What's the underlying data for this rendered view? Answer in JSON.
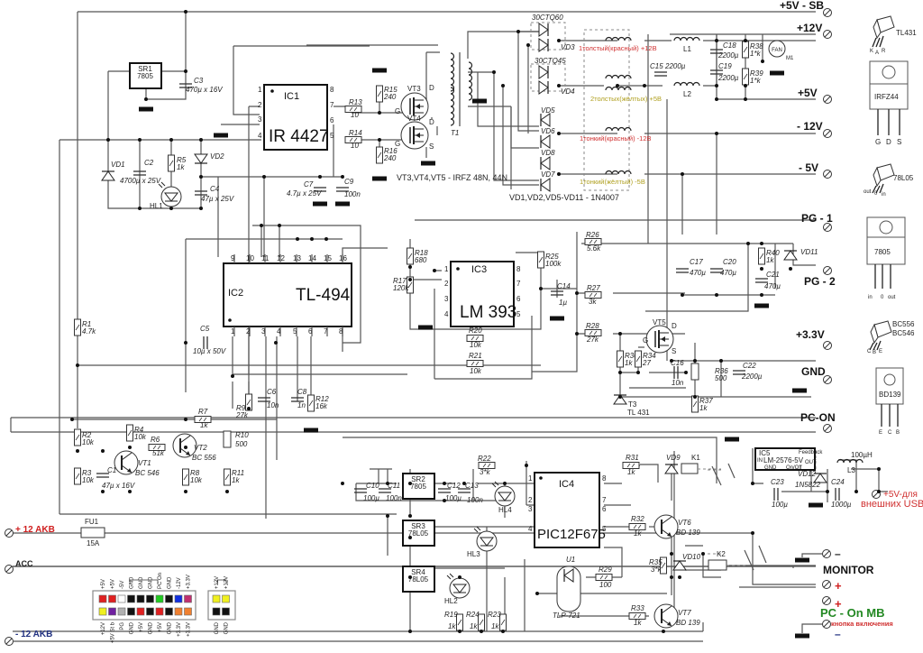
{
  "title": "ATX PSU to car 12V power supply conversion schematic",
  "rails": {
    "sb5": "+5V - SB",
    "p12": "+12V",
    "p5": "+5V",
    "m12": "- 12V",
    "m5": "- 5V",
    "pg1": "PG - 1",
    "pg2": "PG - 2",
    "p33": "+3.3V",
    "gnd": "GND",
    "pcon": "PC-ON"
  },
  "ics": {
    "ic1": {
      "ref": "IC1",
      "name": "IR 4427",
      "pins": [
        "1",
        "2",
        "3",
        "4",
        "8",
        "7",
        "6",
        "5"
      ]
    },
    "ic2": {
      "ref": "IC2",
      "name": "TL-494",
      "pins_top": [
        "9",
        "10",
        "11",
        "12",
        "13",
        "14",
        "15",
        "16"
      ],
      "pins_bottom": [
        "1",
        "2",
        "3",
        "4",
        "5",
        "6",
        "7",
        "8"
      ]
    },
    "ic3": {
      "ref": "IC3",
      "name": "LM 393",
      "pins": [
        "1",
        "2",
        "3",
        "4",
        "8",
        "7",
        "6",
        "5"
      ]
    },
    "ic4": {
      "ref": "IC4",
      "name": "PIC12F675",
      "pins": [
        "1",
        "2",
        "3",
        "4",
        "8",
        "7",
        "6",
        "5"
      ]
    },
    "ic5": {
      "ref": "IC5",
      "name": "LM-2576-5V",
      "pin_in": "IN",
      "pin_gnd": "GND",
      "pin_out": "OUT",
      "pin_fb": "Feedback",
      "pin_onoff": "On/Off"
    }
  },
  "regulators": {
    "sr1": {
      "ref": "SR1",
      "type": "7805"
    },
    "sr2": {
      "ref": "SR2",
      "type": "7805"
    },
    "sr3": {
      "ref": "SR3",
      "type": "78L05"
    },
    "sr4": {
      "ref": "SR4",
      "type": "78L05"
    }
  },
  "resistors": {
    "r1": [
      "R1",
      "4.7k"
    ],
    "r2": [
      "R2",
      "10k"
    ],
    "r3": [
      "R3",
      "10k"
    ],
    "r4": [
      "R4",
      "10k"
    ],
    "r5": [
      "R5",
      "1k"
    ],
    "r6": [
      "R6",
      "51k"
    ],
    "r7": [
      "R7",
      "1k"
    ],
    "r8": [
      "R8",
      "10k"
    ],
    "r9": [
      "R9",
      "27k"
    ],
    "r10": [
      "R10",
      "500"
    ],
    "r11": [
      "R11",
      "1k"
    ],
    "r12": [
      "R12",
      "16k"
    ],
    "r13": [
      "R13",
      "10"
    ],
    "r14": [
      "R14",
      "10"
    ],
    "r15": [
      "R15",
      "240"
    ],
    "r16": [
      "R16",
      "240"
    ],
    "r17": [
      "R17",
      "120k"
    ],
    "r18": [
      "R18",
      "680"
    ],
    "r19": [
      "R19",
      "1k"
    ],
    "r20": [
      "R20",
      "10k"
    ],
    "r21": [
      "R21",
      "10k"
    ],
    "r22": [
      "R22",
      "3*k"
    ],
    "r23": [
      "R23",
      "1k"
    ],
    "r24": [
      "R24",
      "1k"
    ],
    "r25": [
      "R25",
      "100k"
    ],
    "r26": [
      "R26",
      "5.6k"
    ],
    "r27": [
      "R27",
      "3k"
    ],
    "r28": [
      "R28",
      "27k"
    ],
    "r29": [
      "R29",
      "100"
    ],
    "r30": [
      "R30",
      "1k"
    ],
    "r31": [
      "R31",
      "1k"
    ],
    "r32": [
      "R32",
      "1k"
    ],
    "r33": [
      "R33",
      "1k"
    ],
    "r34": [
      "R34",
      "27"
    ],
    "r35": [
      "R35",
      "3*k"
    ],
    "r36": [
      "R36",
      "500"
    ],
    "r37": [
      "R37",
      "1k"
    ],
    "r38": [
      "R38",
      "1*k"
    ],
    "r39": [
      "R39",
      "1*k"
    ],
    "r40": [
      "R40",
      "1k"
    ]
  },
  "capacitors": {
    "c1": [
      "C1",
      "47µ x 16V"
    ],
    "c2": [
      "C2",
      "4700µ x 25V"
    ],
    "c3": [
      "C3",
      "470µ x 16V"
    ],
    "c4": [
      "C4",
      "47µ x 25V"
    ],
    "c5": [
      "C5",
      "10µ x 50V"
    ],
    "c6": [
      "C6",
      "10n"
    ],
    "c7": [
      "C7",
      "4.7µ x 25V"
    ],
    "c8": [
      "C8",
      "1n"
    ],
    "c9": [
      "C9",
      "100n"
    ],
    "c10": [
      "C10",
      "100µ"
    ],
    "c11": [
      "C11",
      "100n"
    ],
    "c12": [
      "C12",
      "100µ"
    ],
    "c13": [
      "C13",
      "100n"
    ],
    "c14": [
      "C14",
      "1µ"
    ],
    "c15": [
      "C15",
      "2200µ"
    ],
    "c16": [
      "C16",
      "10n"
    ],
    "c17": [
      "C17",
      "470µ"
    ],
    "c18": [
      "C18",
      "2200µ"
    ],
    "c19": [
      "C19",
      "2200µ"
    ],
    "c20": [
      "C20",
      "470µ"
    ],
    "c21": [
      "C21",
      "470µ"
    ],
    "c22": [
      "C22",
      "2200µ"
    ],
    "c23": [
      "C23",
      "100µ"
    ],
    "c24": [
      "C24",
      "1000µ"
    ]
  },
  "diodes": {
    "vd1": "VD1",
    "vd2": "VD2",
    "vd3": "VD3",
    "vd4": "VD4",
    "vd5": "VD5",
    "vd6": "VD6",
    "vd7": "VD7",
    "vd8": "VD8",
    "vd9": "VD9",
    "vd10": "VD10",
    "vd11": "VD11",
    "vd12": [
      "VD12",
      "1N5822"
    ],
    "d_3060": "30CTQ60",
    "d_3045": "30CTQ45"
  },
  "transistors": {
    "vt1": [
      "VT1",
      "BC 546"
    ],
    "vt2": [
      "VT2",
      "BC 556"
    ],
    "vt3": "VT3",
    "vt4": "VT4",
    "vt5": "VT5",
    "vt6": [
      "VT6",
      "BD 139"
    ],
    "vt7": [
      "VT7",
      "BD 139"
    ],
    "t3": [
      "T3",
      "TL 431"
    ]
  },
  "misc": {
    "hl1": "HL1",
    "hl2": "HL2",
    "hl3": "HL3",
    "hl4": "HL4",
    "t1": "T1",
    "l1": "L1",
    "l2": "L2",
    "l3": [
      "L3",
      "100µH"
    ],
    "k1": "K1",
    "k2": "K2",
    "u1": [
      "U1",
      "TLP-721"
    ],
    "fu1": [
      "FU1",
      "15A"
    ],
    "fan": "FAN",
    "fan_sub": "M1",
    "gate": "G",
    "drain": "D",
    "source": "S"
  },
  "notes": {
    "mosfets": "VT3,VT4,VT5 - IRFZ 48N, 44N",
    "diodes": "VD1,VD2,VD5-VD11 - 1N4007",
    "winding_12": "1толстый(красный) +12В",
    "winding_5": "2толстых(жёлтых) +5В",
    "winding_m12": "1тонкий(красный) -12В",
    "winding_m5": "1тонкий(жёлтый) -5В"
  },
  "inputs": {
    "akb_plus": "+ 12 AKB",
    "acc": "ACC",
    "akb_minus": "- 12 AKB"
  },
  "outputs": {
    "usb_line1": "+5V-для",
    "usb_line2": "внешних USB",
    "monitor": "MONITOR",
    "minus": "–",
    "plus": "+",
    "pc_on": "PC - On MB",
    "button": "кнопка включения"
  },
  "pinouts": {
    "tl431": [
      "TL431",
      "K",
      "A",
      "R"
    ],
    "irfz44": [
      "IRFZ44",
      "G",
      "D",
      "S"
    ],
    "l78l05": [
      "78L05",
      "out",
      "0",
      "in"
    ],
    "l7805": [
      "7805",
      "in",
      "0",
      "out"
    ],
    "bc": [
      "BC556",
      "BC546",
      "C",
      "B",
      "E"
    ],
    "bd139": [
      "BD139",
      "E",
      "C",
      "B"
    ]
  },
  "atx_connector": {
    "top_labels": [
      "+5V",
      "+5V",
      "-5V",
      "GND",
      "GND",
      "GND",
      "PC On",
      "GND",
      "-12V",
      "+3.3V"
    ],
    "top_colors": [
      "#e02020",
      "#e02020",
      "#ffffff",
      "#111111",
      "#111111",
      "#111111",
      "#22cc22",
      "#111111",
      "#1030e0",
      "#c03070"
    ],
    "bottom_labels": [
      "+12V",
      "+5V St b",
      "PG",
      "GND",
      "+5V",
      "GND",
      "+5V",
      "GND",
      "+3.3V",
      "+3.3V"
    ],
    "bottom_colors": [
      "#f0f020",
      "#7020a0",
      "#b0b0b0",
      "#111111",
      "#e02020",
      "#111111",
      "#e02020",
      "#111111",
      "#f08030",
      "#f08030"
    ],
    "aux_top_labels": [
      "+12V",
      "+12V"
    ],
    "aux_top_colors": [
      "#f0f020",
      "#f0f020"
    ],
    "aux_bottom_labels": [
      "GND",
      "GND"
    ],
    "aux_bottom_colors": [
      "#111111",
      "#111111"
    ]
  }
}
